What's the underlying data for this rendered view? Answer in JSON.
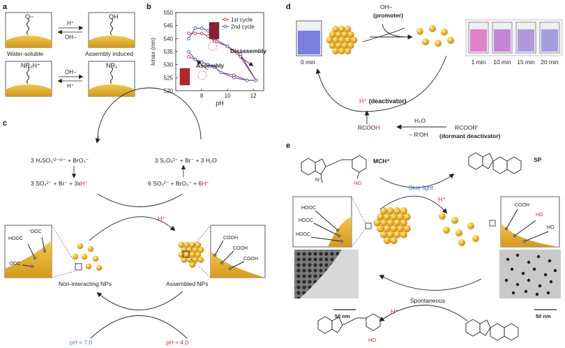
{
  "panel_labels": {
    "a": "a",
    "b": "b",
    "c": "c",
    "d": "d",
    "e": "e"
  },
  "panel_a": {
    "top_left_group": "O−",
    "top_right_group": "OH",
    "bottom_left_group": "NR₂H⁺",
    "bottom_right_group": "NR₂",
    "arrow_top_above": "H⁺",
    "arrow_top_below": "OH−",
    "arrow_bottom_above": "OH−",
    "arrow_bottom_below": "H⁺",
    "caption_left": "Water-soluble",
    "caption_right": "Assembly induced"
  },
  "panel_b": {
    "chart_data": {
      "type": "line",
      "xlabel": "pH",
      "ylabel": "λmax (nm)",
      "xlim": [
        6,
        12.8
      ],
      "ylim": [
        520,
        550
      ],
      "xticks": [
        8,
        10,
        12
      ],
      "yticks": [
        520,
        525,
        530,
        535,
        540,
        545,
        550
      ],
      "legend_position": "top-right",
      "series": [
        {
          "name": "1st cycle",
          "color": "#d62b2b",
          "x": [
            7.0,
            7.5,
            8.0,
            8.5,
            9.0,
            10.0,
            11.0,
            12.2,
            11.5,
            10.5,
            9.5,
            9.0,
            8.5,
            8.0,
            7.5,
            7.0
          ],
          "y": [
            542,
            542,
            542,
            541,
            539,
            537,
            533,
            524,
            524,
            526,
            527,
            529,
            530,
            531,
            532,
            533
          ]
        },
        {
          "name": "2nd cycle",
          "color": "#3a55c8",
          "x": [
            7.0,
            7.5,
            8.0,
            8.5,
            9.0,
            10.0,
            11.0,
            12.2,
            11.5,
            10.5,
            9.5,
            9.0,
            8.5,
            8.0,
            7.5,
            7.0
          ],
          "y": [
            540,
            544,
            544,
            543,
            540,
            537,
            534,
            524,
            524,
            525,
            527,
            529,
            530,
            531,
            532,
            535
          ]
        }
      ],
      "annotations": [
        "Disassembly",
        "Assembly"
      ]
    }
  },
  "panel_c": {
    "reaction_left_top": "3 HₓSO₃⁽²⁻ˣ⁾⁻ + BrO₃⁻",
    "reaction_left_bottom_pre": "3 SO₄²⁻ + Br⁻ + 3x",
    "reaction_left_bottom_h": "H⁺",
    "reaction_right_top": "3 S₂O₆²⁻ + Br⁻ + 3 H₂O",
    "reaction_right_bottom_pre": "6 SO₃²⁻ + BrO₃⁻ + 6",
    "reaction_right_bottom_h": "H⁺",
    "mid_h": "H⁺",
    "left_inset_groups": [
      "HOOC",
      "⁻OOC",
      "⁻OOC"
    ],
    "right_inset_groups": [
      "COOH",
      "COOH",
      "COOH"
    ],
    "label_left": "Non-interacting NPs",
    "label_right": "Assembled NPs",
    "ph_left": "pH ≈ 7.0",
    "ph_right": "pH ≈ 4.0"
  },
  "panel_d": {
    "promoter_line1": "OH−",
    "promoter_line2": "(promoter)",
    "time_left": "0 min",
    "times": [
      "1 min",
      "10 min",
      "15 min",
      "20 min"
    ],
    "deactivator": "H⁺ (deactivator)",
    "rcooh": "RCOOH",
    "water": "H₂O",
    "roh": "− R′OH",
    "rcoor": "RCOOR′",
    "dormant": "(dormant deactivator)",
    "vial_colors": [
      "#9aa0e8",
      "#e083c8",
      "#c487d6",
      "#b09ade",
      "#a49ee0"
    ]
  },
  "panel_e": {
    "mch_label": "MCH⁺",
    "sp_label": "SP",
    "blue_light": "Blue light",
    "h_plus": "H⁺",
    "spontaneous": "Spontaneous",
    "h_plus_bottom": "H⁺",
    "ho": "HO",
    "left_inset_groups": [
      "HOOC",
      "HOOC",
      "HOOC"
    ],
    "right_inset_groups": [
      "COOH",
      "HO",
      "HO"
    ],
    "scale_left": "50 nm",
    "scale_right": "50 nm"
  }
}
